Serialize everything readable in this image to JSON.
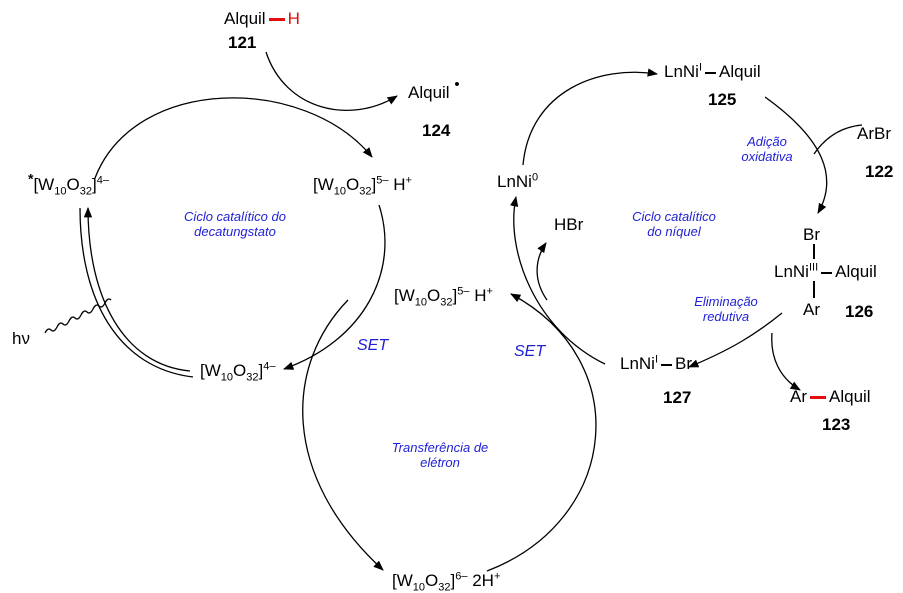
{
  "species": {
    "alkyl_h": {
      "name": "Alquil",
      "atom": "H",
      "number": "121"
    },
    "alkyl_radical": {
      "name": "Alquil",
      "dot": "•",
      "number": "124"
    },
    "w_excited": {
      "star": "*",
      "base": "[W",
      "sub1": "10",
      "o": "O",
      "sub2": "32",
      "close": "]",
      "charge": "4–"
    },
    "w_reduced_h_top": {
      "base": "[W",
      "sub1": "10",
      "o": "O",
      "sub2": "32",
      "close": "]",
      "charge": "5–",
      "proton": " H",
      "plus": "+"
    },
    "w_reduced_h_mid": {
      "base": "[W",
      "sub1": "10",
      "o": "O",
      "sub2": "32",
      "close": "]",
      "charge": "5–",
      "proton": " H",
      "plus": "+"
    },
    "w_ground": {
      "base": "[W",
      "sub1": "10",
      "o": "O",
      "sub2": "32",
      "close": "]",
      "charge": "4–"
    },
    "w_doubly_reduced": {
      "base": "[W",
      "sub1": "10",
      "o": "O",
      "sub2": "32",
      "close": "]",
      "charge": "6–",
      "proton": " 2H",
      "plus": "+"
    },
    "hv": "hν",
    "ni_alkyl": {
      "ln": "LnNi",
      "ox": "I",
      "ligand": "Alquil",
      "number": "125"
    },
    "ni0": {
      "ln": "LnNi",
      "ox": "0"
    },
    "arbr": {
      "name": "ArBr",
      "number": "122"
    },
    "ni_iii": {
      "top": "Br",
      "ln": "LnNi",
      "ox": "III",
      "ligand": "Alquil",
      "bottom": "Ar",
      "number": "126"
    },
    "ni_br": {
      "ln": "LnNi",
      "ox": "I",
      "ligand": "Br",
      "number": "127"
    },
    "hbr": "HBr",
    "product": {
      "ar": "Ar",
      "alkyl": "Alquil",
      "number": "123"
    }
  },
  "labels": {
    "decatungstate_cycle": [
      "Ciclo catalítico do",
      "decatungstato"
    ],
    "nickel_cycle": [
      "Ciclo catalítico",
      "do níquel"
    ],
    "oxidative_addition": [
      "Adição",
      "oxidativa"
    ],
    "reductive_elimination": [
      "Eliminação",
      "redutiva"
    ],
    "set_left": "SET",
    "set_right": "SET",
    "electron_transfer": [
      "Transferência de",
      "elétron"
    ]
  },
  "colors": {
    "bond_highlight": "#e01010",
    "label_blue": "#1f1fd6",
    "ink": "#000000"
  }
}
